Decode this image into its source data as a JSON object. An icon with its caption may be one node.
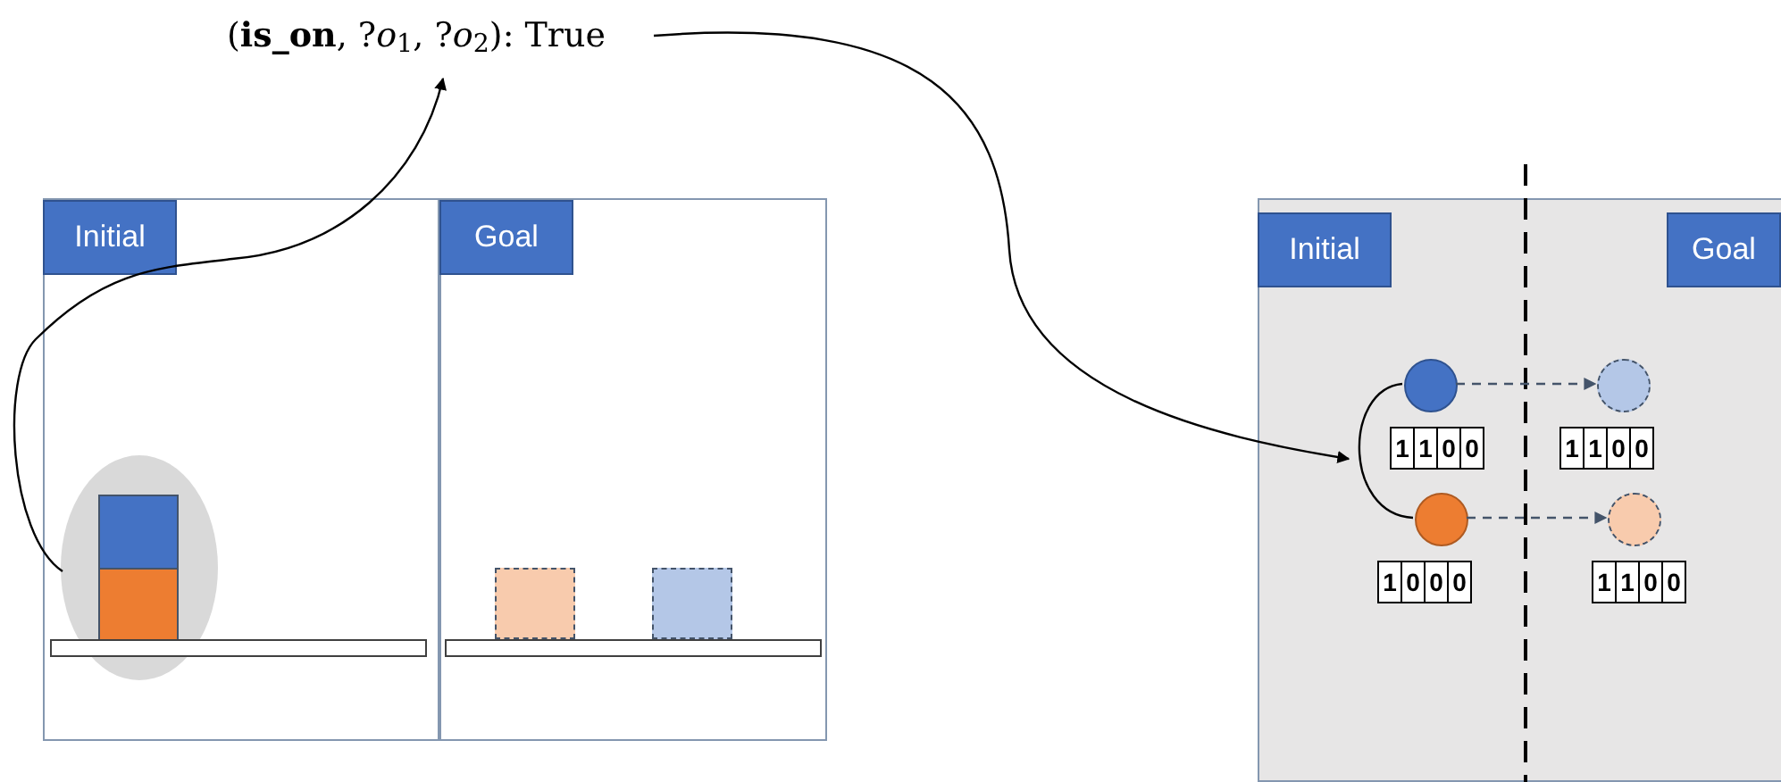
{
  "diagram": {
    "nodes": [
      {
        "text": [
          "(**is_on**, ?*o*$_{1}$, ?*o*$_{2}$): True"
        ]
      },
      {
        "text": [
          "Initial"
        ]
      },
      {
        "text": [
          "Goal"
        ]
      },
      {
        "text": [],
        "shape": "circle",
        "in": 1
      },
      {
        "text": [
          "Initial",
          "Goal"
        ]
      },
      {
        "text": [],
        "shape": "circle",
        "in": 4,
        "beside": [
          "1",
          "1",
          "0",
          "0"
        ]
      },
      {
        "text": [],
        "shape": "circle",
        "in": 4,
        "beside": [
          "1",
          "0",
          "0",
          "0"
        ]
      },
      {
        "text": [],
        "shape": "circle",
        "in": 4,
        "beside": [
          "1",
          "1",
          "0",
          "0"
        ]
      },
      {
        "text": [],
        "shape": "circle",
        "in": 4,
        "beside": [
          "1",
          "1",
          "0",
          "0"
        ]
      }
    ],
    "edges": [
      {
        "from": 3,
        "to": 0,
        "arrow": "to"
      },
      {
        "from": 0,
        "to": null,
        "arrow": "to"
      },
      {
        "from": 5,
        "to": 6,
        "arrow": "none"
      },
      {
        "from": 5,
        "to": 7,
        "arrow": "to",
        "style": "dashed",
        "color": "#44546a"
      },
      {
        "from": 6,
        "to": 8,
        "arrow": "to",
        "style": "dashed",
        "color": "#44546a"
      }
    ]
  }
}
